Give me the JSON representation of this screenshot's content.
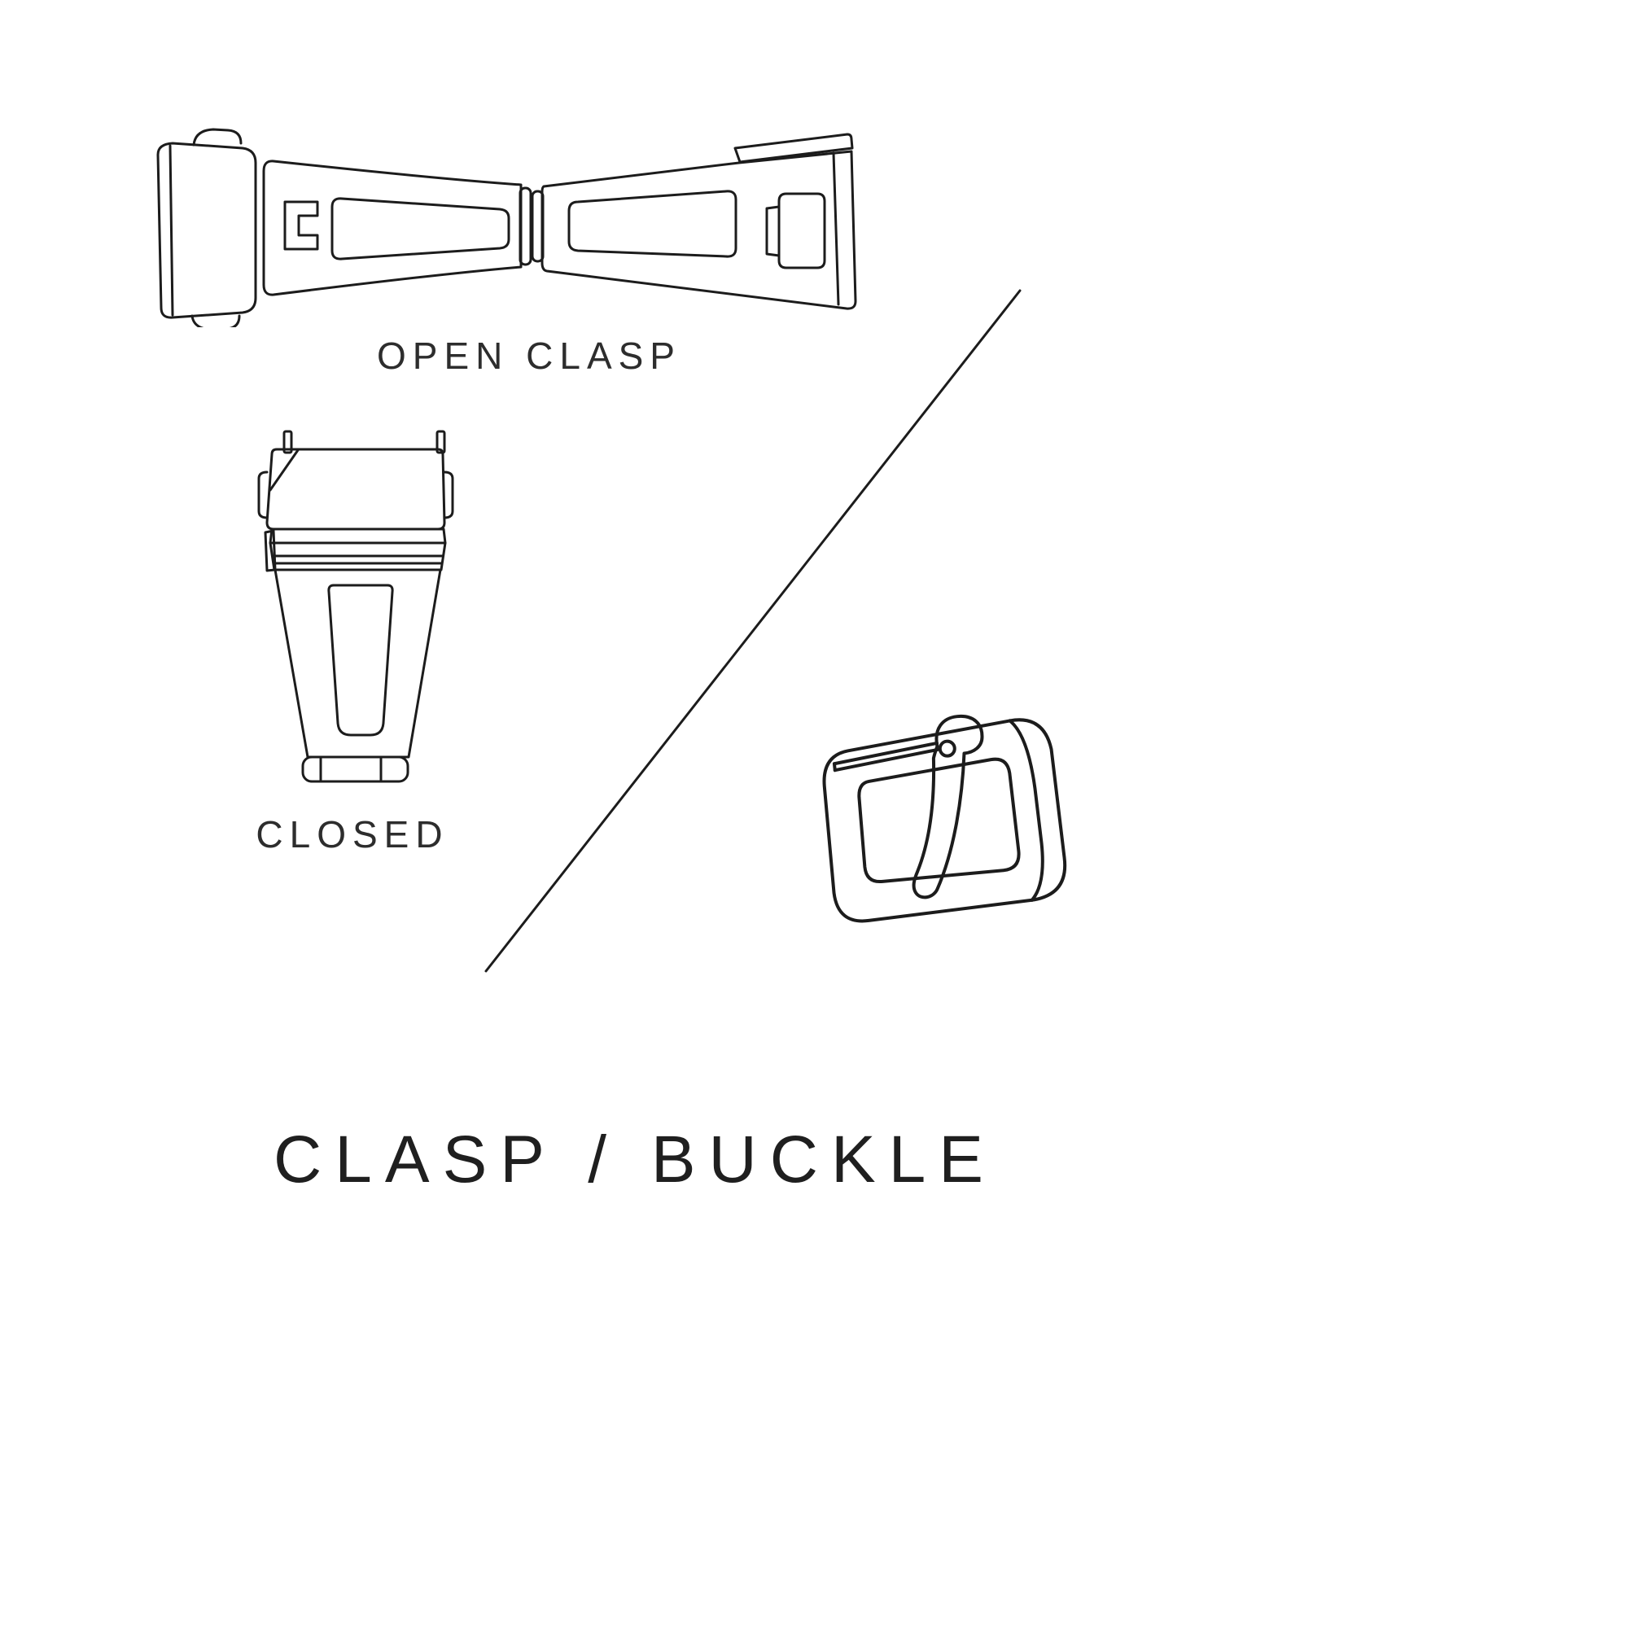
{
  "diagram": {
    "title": "CLASP / BUCKLE",
    "labels": {
      "open_clasp": "OPEN CLASP",
      "closed": "CLOSED"
    },
    "illustrations": [
      {
        "name": "open-clasp-illustration",
        "description": "deployant watch clasp shown open, top view"
      },
      {
        "name": "closed-clasp-illustration",
        "description": "deployant watch clasp shown closed, top view"
      },
      {
        "name": "tang-buckle-illustration",
        "description": "tang buckle with prong, perspective view"
      }
    ],
    "divider": "diagonal-line",
    "colors": {
      "background": "#ffffff",
      "line": "#1c1c1c",
      "text": "#2d2d2d"
    }
  }
}
